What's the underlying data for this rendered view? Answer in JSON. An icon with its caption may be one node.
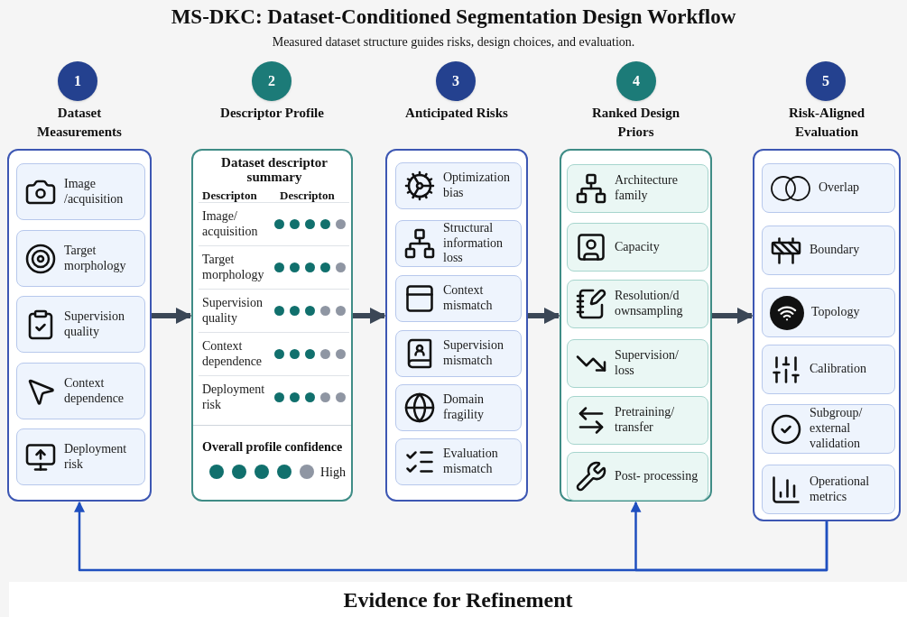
{
  "diagram": {
    "title": "MS-DKC: Dataset-Conditioned Segmentation Design Workflow",
    "nodes": [
      {
        "text": [
          "1"
        ]
      },
      {
        "text": [
          "Dataset Measurements"
        ]
      },
      {
        "text": [
          "Image /acquisition"
        ],
        "in": 1
      },
      {
        "text": [
          "Target morphology"
        ],
        "in": 1
      },
      {
        "text": [
          "Supervision quality"
        ],
        "in": 1
      },
      {
        "text": [
          "Context dependence"
        ],
        "in": 1
      },
      {
        "text": [
          "Deployment risk"
        ],
        "in": 1
      },
      {
        "text": [
          "2"
        ]
      },
      {
        "text": [
          "Descriptor Profile",
          "Dataset descriptor summary",
          "Descripton",
          "Descripton",
          "Overall profile confidence",
          "High"
        ]
      },
      {
        "text": [
          "Image/ acquisition"
        ],
        "in": 8
      },
      {
        "text": [
          "Target morphology"
        ],
        "in": 8
      },
      {
        "text": [
          "Supervision quality"
        ],
        "in": 8
      },
      {
        "text": [
          "Context dependence"
        ],
        "in": 8
      },
      {
        "text": [
          "Deployment risk"
        ],
        "in": 8
      },
      {
        "text": [
          "3"
        ]
      },
      {
        "text": [
          "Anticipated Risks"
        ]
      },
      {
        "text": [
          "Optimization bias"
        ],
        "in": 15
      },
      {
        "text": [
          "Structural information loss"
        ],
        "in": 15
      },
      {
        "text": [
          "Context mismatch"
        ],
        "in": 15
      },
      {
        "text": [
          "Supervision mismatch"
        ],
        "in": 15
      },
      {
        "text": [
          "Domain fragility"
        ],
        "in": 15
      },
      {
        "text": [
          "Evaluation mismatch"
        ],
        "in": 15
      },
      {
        "text": [
          "4"
        ]
      },
      {
        "text": [
          "Ranked Design Priors"
        ]
      },
      {
        "text": [
          "Architecture family"
        ],
        "in": 23
      },
      {
        "text": [
          "Capacity"
        ],
        "in": 23
      },
      {
        "text": [
          "Resolution/d ownsampling"
        ],
        "in": 23
      },
      {
        "text": [
          "Supervision/ loss"
        ],
        "in": 23
      },
      {
        "text": [
          "Pretraining/ transfer"
        ],
        "in": 23
      },
      {
        "text": [
          "Post- processing"
        ],
        "in": 23
      },
      {
        "text": [
          "5"
        ]
      },
      {
        "text": [
          "Risk-Aligned Evaluation"
        ]
      },
      {
        "text": [
          "Overlap"
        ],
        "in": 31
      },
      {
        "text": [
          "Boundary"
        ],
        "in": 31
      },
      {
        "text": [
          "Topology"
        ],
        "in": 31
      },
      {
        "text": [
          "Calibration"
        ],
        "in": 31
      },
      {
        "text": [
          "Subgroup/ external validation"
        ],
        "in": 31
      },
      {
        "text": [
          "Operational metrics"
        ],
        "in": 31
      },
      {
        "text": [
          "Evidence for Refinement"
        ]
      }
    ],
    "edges": [
      {
        "from": 1,
        "to": 8,
        "arrow": "to"
      },
      {
        "from": 8,
        "to": 15,
        "arrow": "to"
      },
      {
        "from": 15,
        "to": 23,
        "arrow": "to"
      },
      {
        "from": 23,
        "to": 31,
        "arrow": "to"
      },
      {
        "from": 31,
        "to": 1,
        "arrow": "to",
        "color": "#1f4fbf"
      },
      {
        "from": 31,
        "to": 23,
        "arrow": "to",
        "color": "#1f4fbf"
      }
    ],
    "labels": [
      "Measured dataset structure guides risks, design choices, and evaluation."
    ]
  }
}
